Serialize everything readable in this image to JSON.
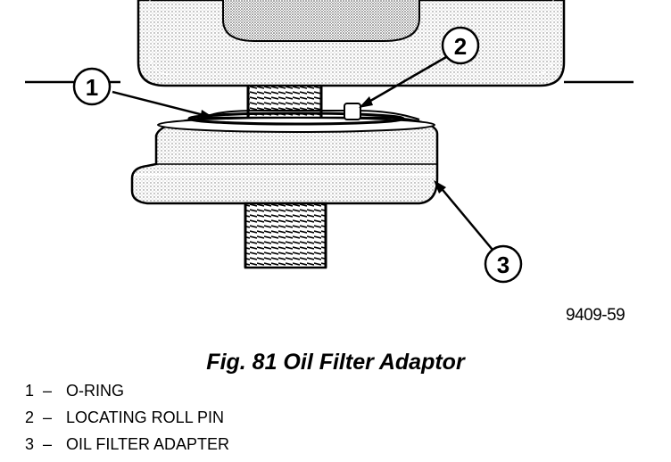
{
  "figure": {
    "callouts": [
      "1",
      "2",
      "3"
    ],
    "image_code": "9409-59"
  },
  "caption": "Fig. 81 Oil Filter Adaptor",
  "legend": [
    {
      "num": "1",
      "sep": "–",
      "label": "O-RING"
    },
    {
      "num": "2",
      "sep": "–",
      "label": "LOCATING ROLL PIN"
    },
    {
      "num": "3",
      "sep": "–",
      "label": "OIL FILTER ADAPTER"
    }
  ]
}
